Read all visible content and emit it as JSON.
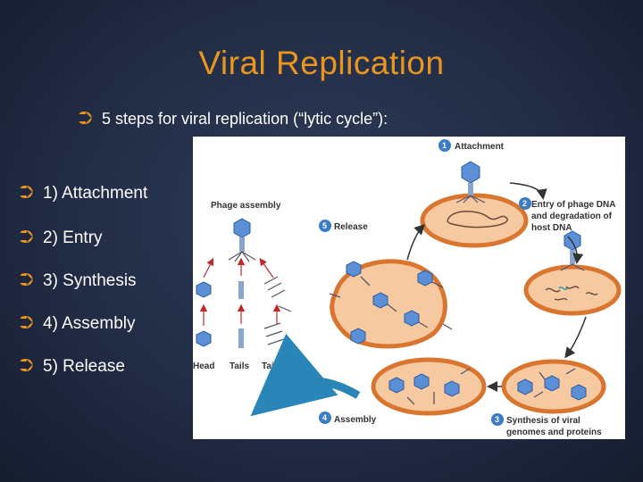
{
  "slide": {
    "title": "Viral Replication",
    "subtitle": "5 steps for viral replication (“lytic cycle”):",
    "steps": [
      "1) Attachment",
      "2) Entry",
      "3) Synthesis",
      "4) Assembly",
      "5) Release"
    ]
  },
  "figure": {
    "labels": {
      "attachment": "Attachment",
      "entry_line1": "Entry of phage DNA",
      "entry_line2": "and degradation of",
      "entry_line3": "host DNA",
      "synthesis_line1": "Synthesis of viral",
      "synthesis_line2": "genomes and proteins",
      "assembly": "Assembly",
      "release": "Release",
      "phage_assembly": "Phage assembly",
      "head": "Head",
      "tails": "Tails",
      "tail_fibers": "Tail fibers"
    },
    "step_numbers": [
      "1",
      "2",
      "3",
      "4",
      "5"
    ]
  },
  "colors": {
    "accent": "#e9961e",
    "text": "#ffffff",
    "step_badge": "#3a7cc8",
    "cell_fill": "#f7c9a0",
    "cell_wall": "#d9752f",
    "phage": "#5b8fd6"
  }
}
